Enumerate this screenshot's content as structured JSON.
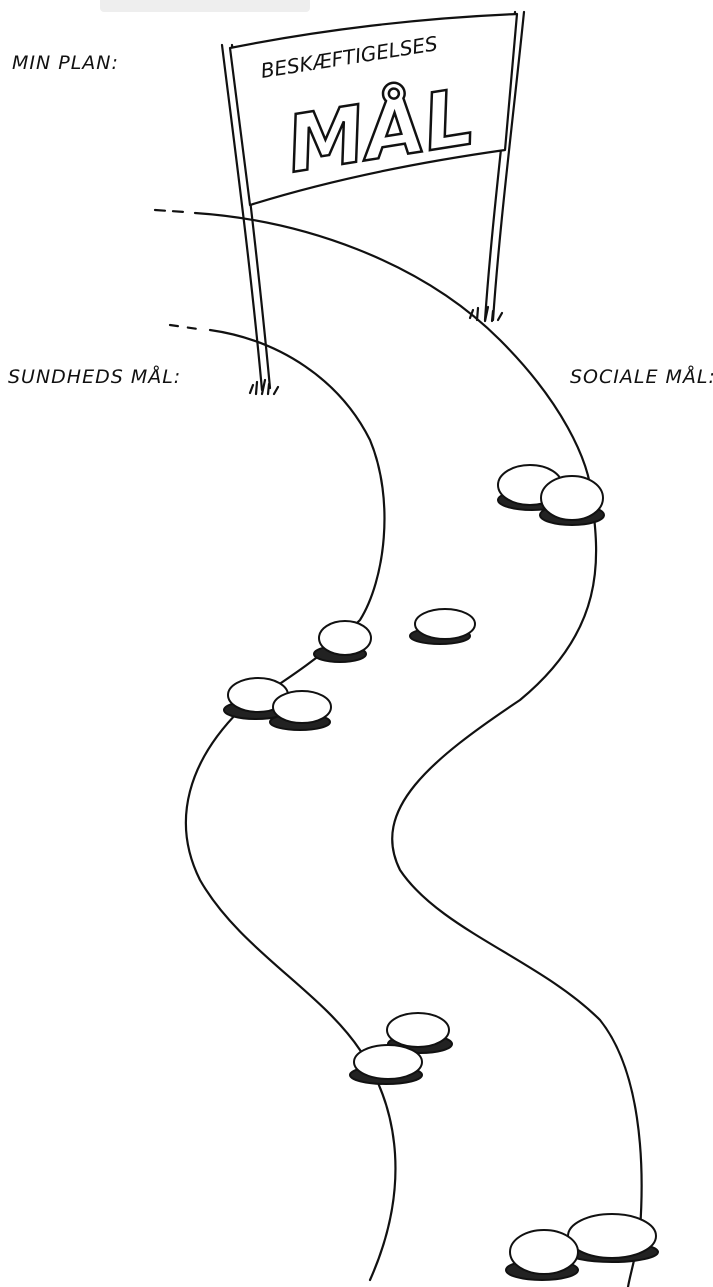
{
  "labels": {
    "my_plan": "MIN PLAN:",
    "health_goals": "SUNDHEDS MÅL:",
    "social_goals": "SOCIALE MÅL:"
  },
  "banner": {
    "line1": "BESKÆFTIGELSES",
    "line2": "MÅL"
  },
  "colors": {
    "ink": "#111111",
    "paper": "#ffffff",
    "stone_fill": "#ffffff",
    "stone_shadow": "#222222"
  }
}
